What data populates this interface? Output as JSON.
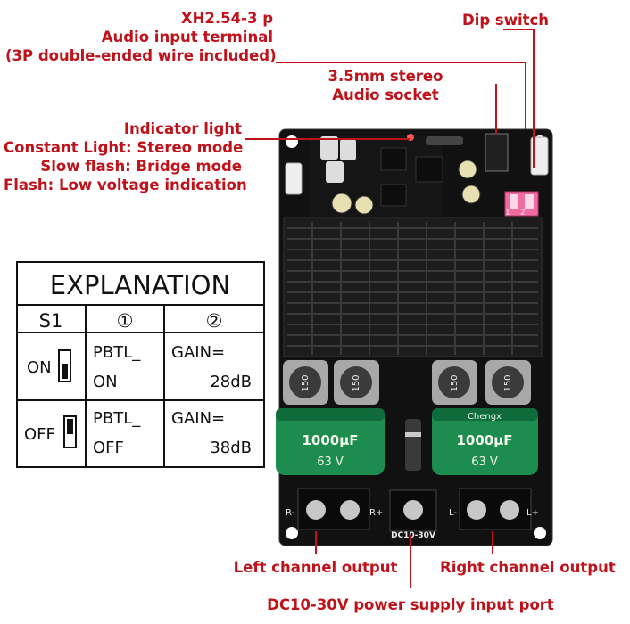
{
  "annotations": {
    "input_terminal": [
      "XH2.54-3 p",
      "Audio input terminal",
      "(3P double-ended wire included)"
    ],
    "dip_switch": "Dip switch",
    "stereo_socket": [
      "3.5mm stereo",
      "Audio socket"
    ],
    "indicator": [
      "Indicator light",
      "Constant Light: Stereo mode",
      "Slow flash: Bridge mode",
      "Flash: Low voltage indication"
    ],
    "left_output": "Left channel output",
    "right_output": "Right channel output",
    "power_input": "DC10-30V power supply input port"
  },
  "explanation": {
    "title": "EXPLANATION",
    "headers": [
      "S1",
      "①",
      "②"
    ],
    "rows": [
      {
        "state": "ON",
        "mode": [
          "PBTL_",
          "ON"
        ],
        "gain": [
          "GAIN=",
          "28dB"
        ]
      },
      {
        "state": "OFF",
        "mode": [
          "PBTL_",
          "OFF"
        ],
        "gain": [
          "GAIN=",
          "38dB"
        ]
      }
    ]
  },
  "board": {
    "capacitor_label": "1000µF",
    "capacitor_voltage": "63 V",
    "inductor_label": "150",
    "power_label": "DC10-30V",
    "brand": "Chengx",
    "terminals": [
      "R-",
      "R+",
      "L-",
      "L+"
    ],
    "dip_numbers": [
      "1",
      "2"
    ]
  },
  "colors": {
    "callout": "#c0121b",
    "board": "#111111",
    "heatsink": "#1c1c1c",
    "capacitor": "#1d8c4f",
    "dip": "#f06ba0"
  }
}
